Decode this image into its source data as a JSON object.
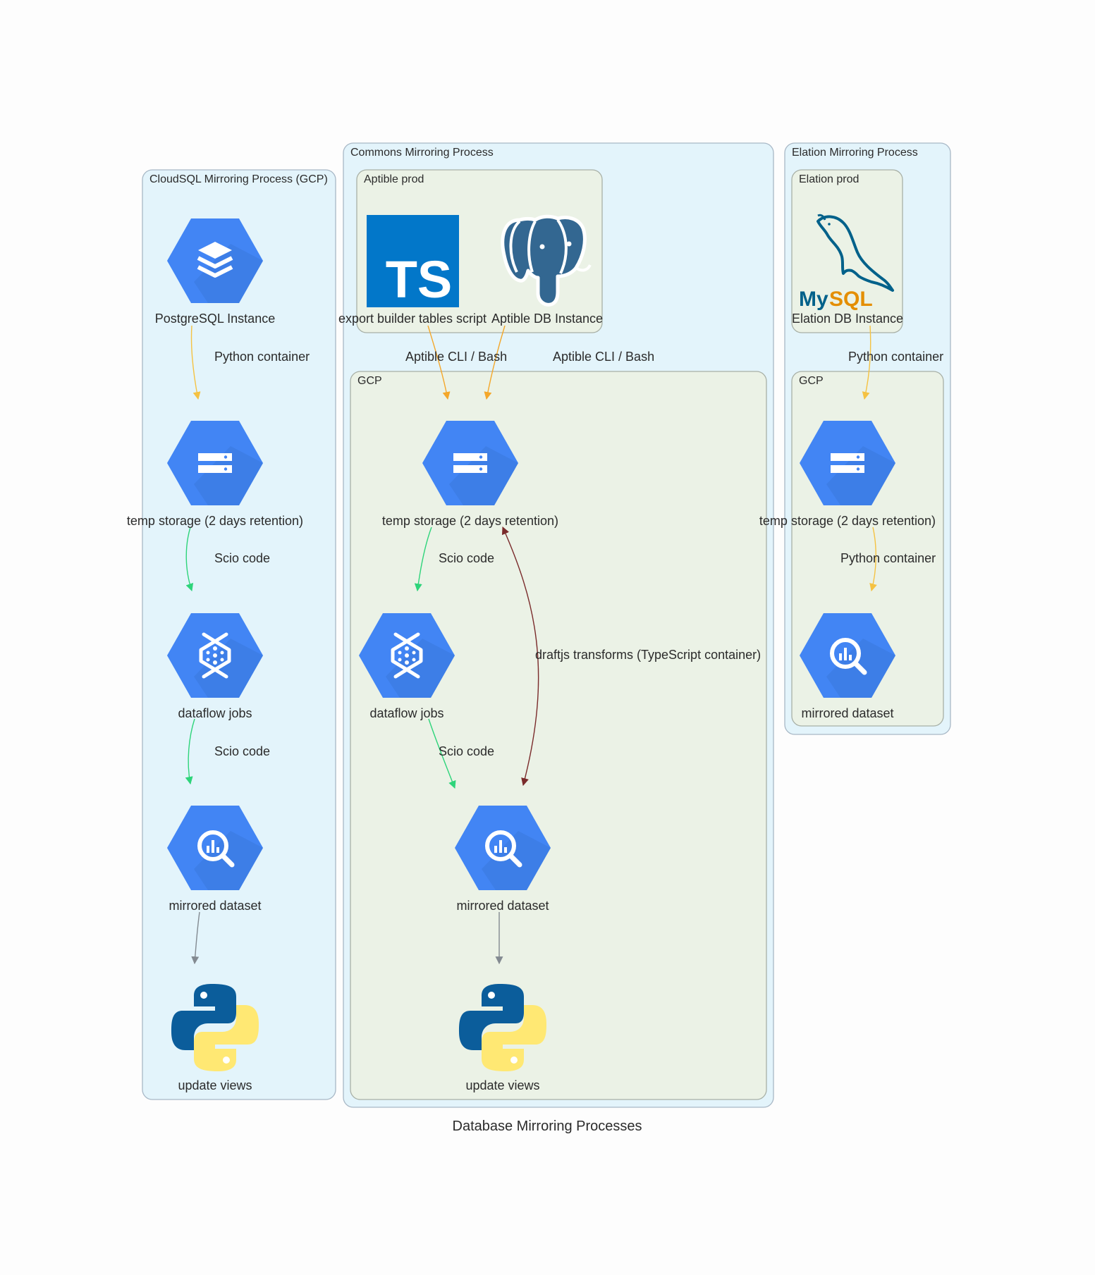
{
  "title": "Database Mirroring Processes",
  "colors": {
    "gcp_blue": "#4285f4",
    "typescript_blue": "#0277c9",
    "postgres_blue": "#336791",
    "mysql_blue": "#00618a",
    "mysql_orange": "#e48e00",
    "python_blue": "#0b5d9b",
    "python_yellow": "#ffe873",
    "edge_yellow": "#f5c242",
    "edge_orange": "#f4a72a",
    "edge_green": "#2ed47a",
    "edge_darkred": "#7a2b2b",
    "edge_gray": "#838a91"
  },
  "clusters": {
    "cloudsql": {
      "label": "CloudSQL Mirroring Process (GCP)"
    },
    "commons": {
      "label": "Commons Mirroring Process"
    },
    "aptible_prod": {
      "label": "Aptible prod"
    },
    "commons_gcp": {
      "label": "GCP"
    },
    "elation": {
      "label": "Elation Mirroring Process"
    },
    "elation_prod": {
      "label": "Elation prod"
    },
    "elation_gcp": {
      "label": "GCP"
    }
  },
  "nodes": {
    "postgresql_instance": {
      "label": "PostgreSQL Instance",
      "icon": "cloud-sql-icon"
    },
    "cloudsql_temp_storage": {
      "label": "temp storage (2 days retention)",
      "icon": "cloud-storage-icon"
    },
    "cloudsql_dataflow": {
      "label": "dataflow jobs",
      "icon": "dataflow-icon"
    },
    "cloudsql_mirrored": {
      "label": "mirrored dataset",
      "icon": "bigquery-icon"
    },
    "cloudsql_update_views": {
      "label": "update views",
      "icon": "python-icon"
    },
    "export_script": {
      "label": "export builder tables script",
      "icon": "typescript-icon"
    },
    "aptible_db": {
      "label": "Aptible DB Instance",
      "icon": "postgresql-icon"
    },
    "commons_temp_storage": {
      "label": "temp storage (2 days retention)",
      "icon": "cloud-storage-icon"
    },
    "commons_dataflow": {
      "label": "dataflow jobs",
      "icon": "dataflow-icon"
    },
    "commons_mirrored": {
      "label": "mirrored dataset",
      "icon": "bigquery-icon"
    },
    "commons_update_views": {
      "label": "update views",
      "icon": "python-icon"
    },
    "elation_db": {
      "label": "Elation DB Instance",
      "icon": "mysql-icon"
    },
    "elation_temp_storage": {
      "label": "temp storage (2 days retention)",
      "icon": "cloud-storage-icon"
    },
    "elation_mirrored": {
      "label": "mirrored dataset",
      "icon": "bigquery-icon"
    }
  },
  "edges": [
    {
      "from": "postgresql_instance",
      "to": "cloudsql_temp_storage",
      "label": "Python container",
      "color": "edge_yellow"
    },
    {
      "from": "cloudsql_temp_storage",
      "to": "cloudsql_dataflow",
      "label": "Scio code",
      "color": "edge_green"
    },
    {
      "from": "cloudsql_dataflow",
      "to": "cloudsql_mirrored",
      "label": "Scio code",
      "color": "edge_green"
    },
    {
      "from": "cloudsql_mirrored",
      "to": "cloudsql_update_views",
      "label": "",
      "color": "edge_gray"
    },
    {
      "from": "export_script",
      "to": "commons_temp_storage",
      "label": "Aptible CLI / Bash",
      "color": "edge_orange"
    },
    {
      "from": "aptible_db",
      "to": "commons_temp_storage",
      "label": "Aptible CLI / Bash",
      "color": "edge_orange"
    },
    {
      "from": "commons_temp_storage",
      "to": "commons_dataflow",
      "label": "Scio code",
      "color": "edge_green"
    },
    {
      "from": "commons_dataflow",
      "to": "commons_mirrored",
      "label": "Scio code",
      "color": "edge_green"
    },
    {
      "from": "commons_temp_storage",
      "to": "commons_mirrored",
      "label": "draftjs transforms (TypeScript container)",
      "color": "edge_darkred",
      "bidirectional": true
    },
    {
      "from": "commons_mirrored",
      "to": "commons_update_views",
      "label": "",
      "color": "edge_gray"
    },
    {
      "from": "elation_db",
      "to": "elation_temp_storage",
      "label": "Python container",
      "color": "edge_yellow"
    },
    {
      "from": "elation_temp_storage",
      "to": "elation_mirrored",
      "label": "Python container",
      "color": "edge_yellow"
    }
  ]
}
